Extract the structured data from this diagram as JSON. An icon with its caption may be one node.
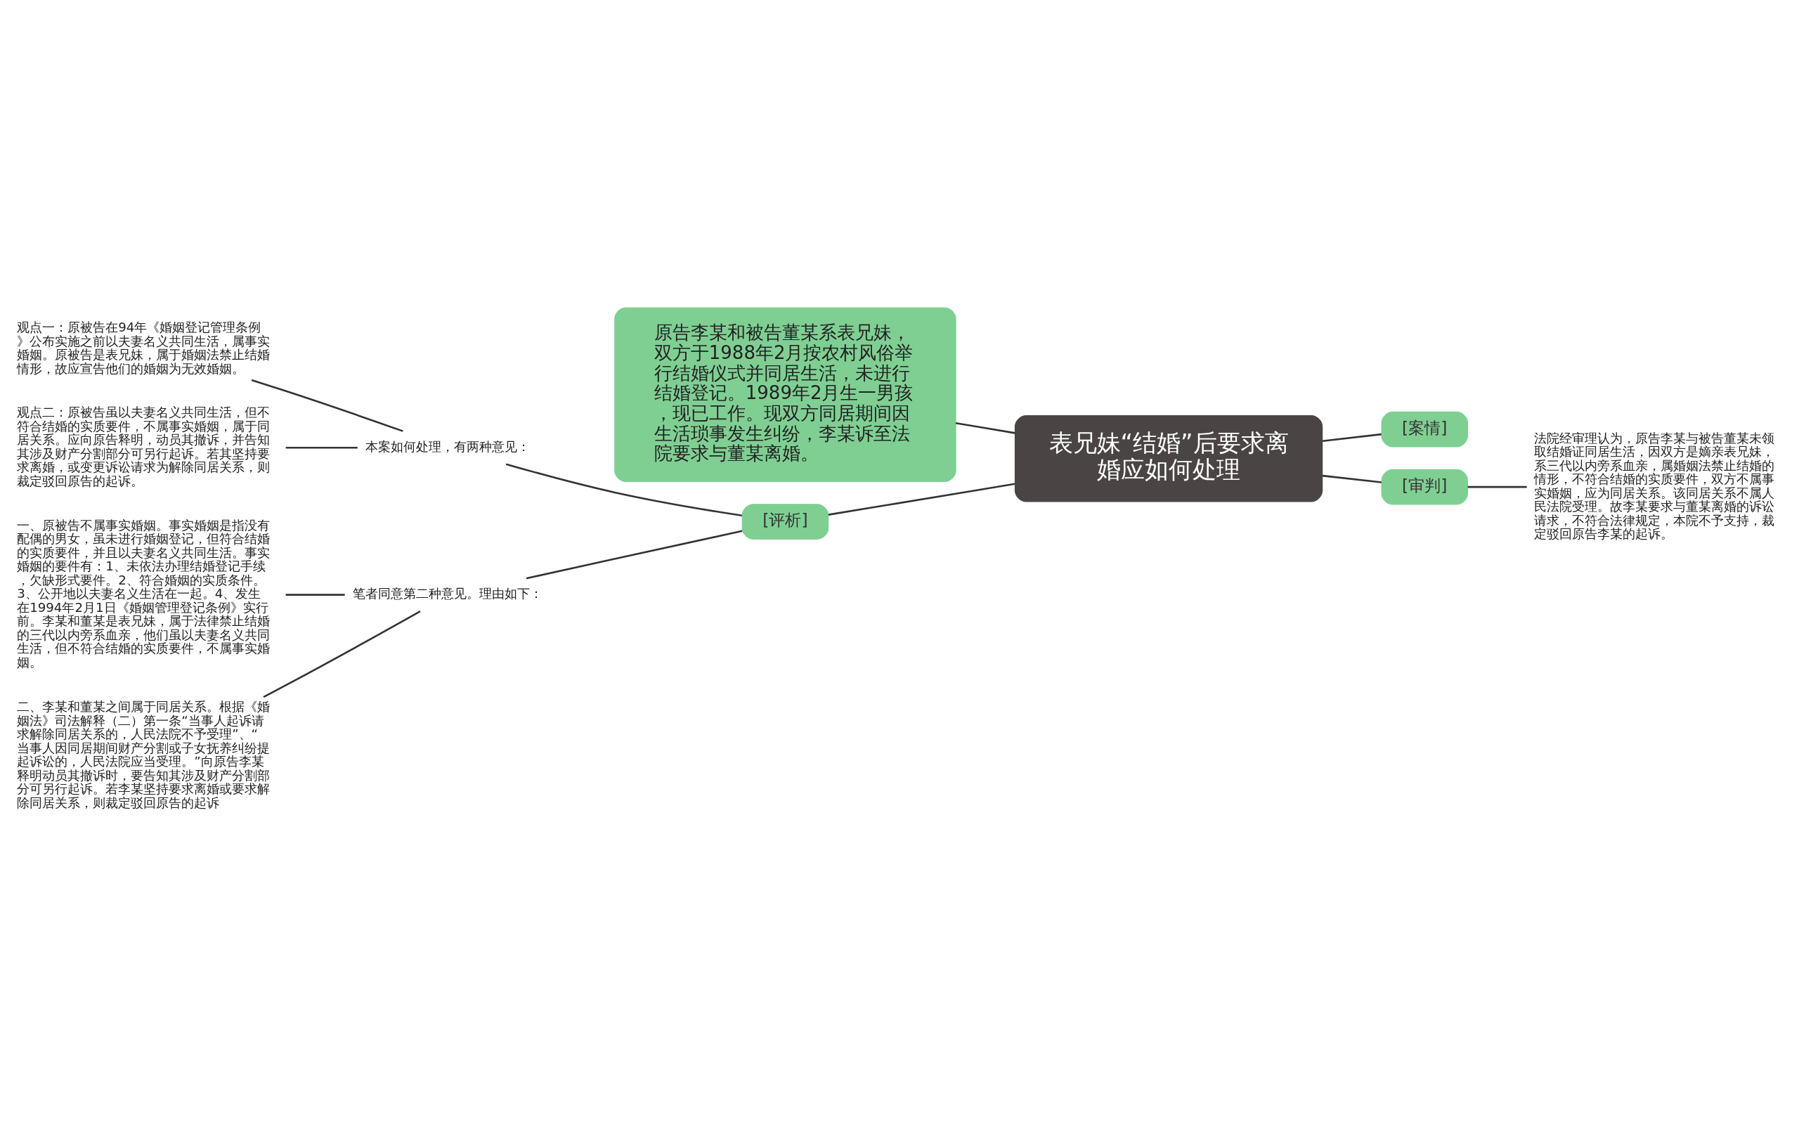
{
  "diagram": {
    "nodes": [
      {
        "text": [
          "表兄妹“结婚”后要求离婚应如何处理"
        ]
      },
      {
        "text": [
          "原告李某和被告董某系表兄妹，双方于1988年2月按农村风俗举行结婚仪式并同居生活，未进行结婚登记。1989年2月生一男孩，现已工作。现双方同居期间因生活琐事发生纠纷，李某诉至法院要求与董某离婚。"
        ]
      },
      {
        "text": [
          "[案情]"
        ]
      },
      {
        "text": [
          "[审判]"
        ]
      },
      {
        "text": [
          "法院经审理认为，原告李某与被告董某未领取结婚证同居生活，因双方是嫡亲表兄妹，系三代以内旁系血亲，属婚姻法禁止结婚的情形，不符合结婚的实质要件，双方不属事实婚姻，应为同居关系。该同居关系不属人民法院受理。故李某要求与董某离婚的诉讼请求，不符合法律规定，本院不予支持，裁定驳回原告李某的起诉。"
        ]
      },
      {
        "text": [
          "[评析]"
        ]
      },
      {
        "text": [
          "本案如何处理，有两种意见："
        ]
      },
      {
        "text": [
          "观点一：原被告在94年《婚姻登记管理条例》公布实施之前以夫妻名义共同生活，属事实婚姻。原被告是表兄妹，属于婚姻法禁止结婚情形，故应宣告他们的婚姻为无效婚姻。"
        ]
      },
      {
        "text": [
          "观点二：原被告虽以夫妻名义共同生活，但不符合结婚的实质要件，不属事实婚姻，属于同居关系。应向原告释明，动员其撤诉，并告知其涉及财产分割部分可另行起诉。若其坚持要求离婚，或变更诉讼请求为解除同居关系，则裁定驳回原告的起诉。"
        ]
      },
      {
        "text": [
          "笔者同意第二种意见。理由如下："
        ]
      },
      {
        "text": [
          "一、原被告不属事实婚姻。事实婚姻是指没有配偶的男女，虽未进行婚姻登记，但符合结婚的实质要件，并且以夫妻名义共同生活。事实婚姻的要件有：1、未依法办理结婚登记手续，欠缺形式要件。2、符合婚姻的实质条件。3、公开地以夫妻名义生活在一起。4、发生在1994年2月1日《婚姻管理登记条例》实行前。李某和董某是表兄妹，属于法律禁止结婚的三代以内旁系血亲，他们虽以夫妻名义共同生活，但不符合结婚的实质要件，不属事实婚姻。"
        ]
      },
      {
        "text": [
          "二、李某和董某之间属于同居关系。根据《婚姻法》司法解释（二）第一条“当事人起诉请求解除同居关系的，人民法院不予受理”、“当事人因同居期间财产分割或子女抚养纠纷提起诉讼的，人民法院应当受理。”向原告李某释明动员其撤诉时，要告知其涉及财产分割部分可另行起诉。若李某坚持要求离婚或要求解除同居关系，则裁定驳回原告的起诉"
        ]
      }
    ],
    "edges": [
      {
        "from": 0,
        "to": 1,
        "arrow": "none"
      },
      {
        "from": 0,
        "to": 2,
        "arrow": "none"
      },
      {
        "from": 0,
        "to": 3,
        "arrow": "none"
      },
      {
        "from": 3,
        "to": 4,
        "arrow": "none"
      },
      {
        "from": 0,
        "to": 5,
        "arrow": "none"
      },
      {
        "from": 5,
        "to": 6,
        "arrow": "none"
      },
      {
        "from": 5,
        "to": 9,
        "arrow": "none"
      },
      {
        "from": 6,
        "to": 7,
        "arrow": "none"
      },
      {
        "from": 6,
        "to": 8,
        "arrow": "none"
      },
      {
        "from": 9,
        "to": 10,
        "arrow": "none"
      },
      {
        "from": 9,
        "to": 11,
        "arrow": "none"
      }
    ]
  }
}
